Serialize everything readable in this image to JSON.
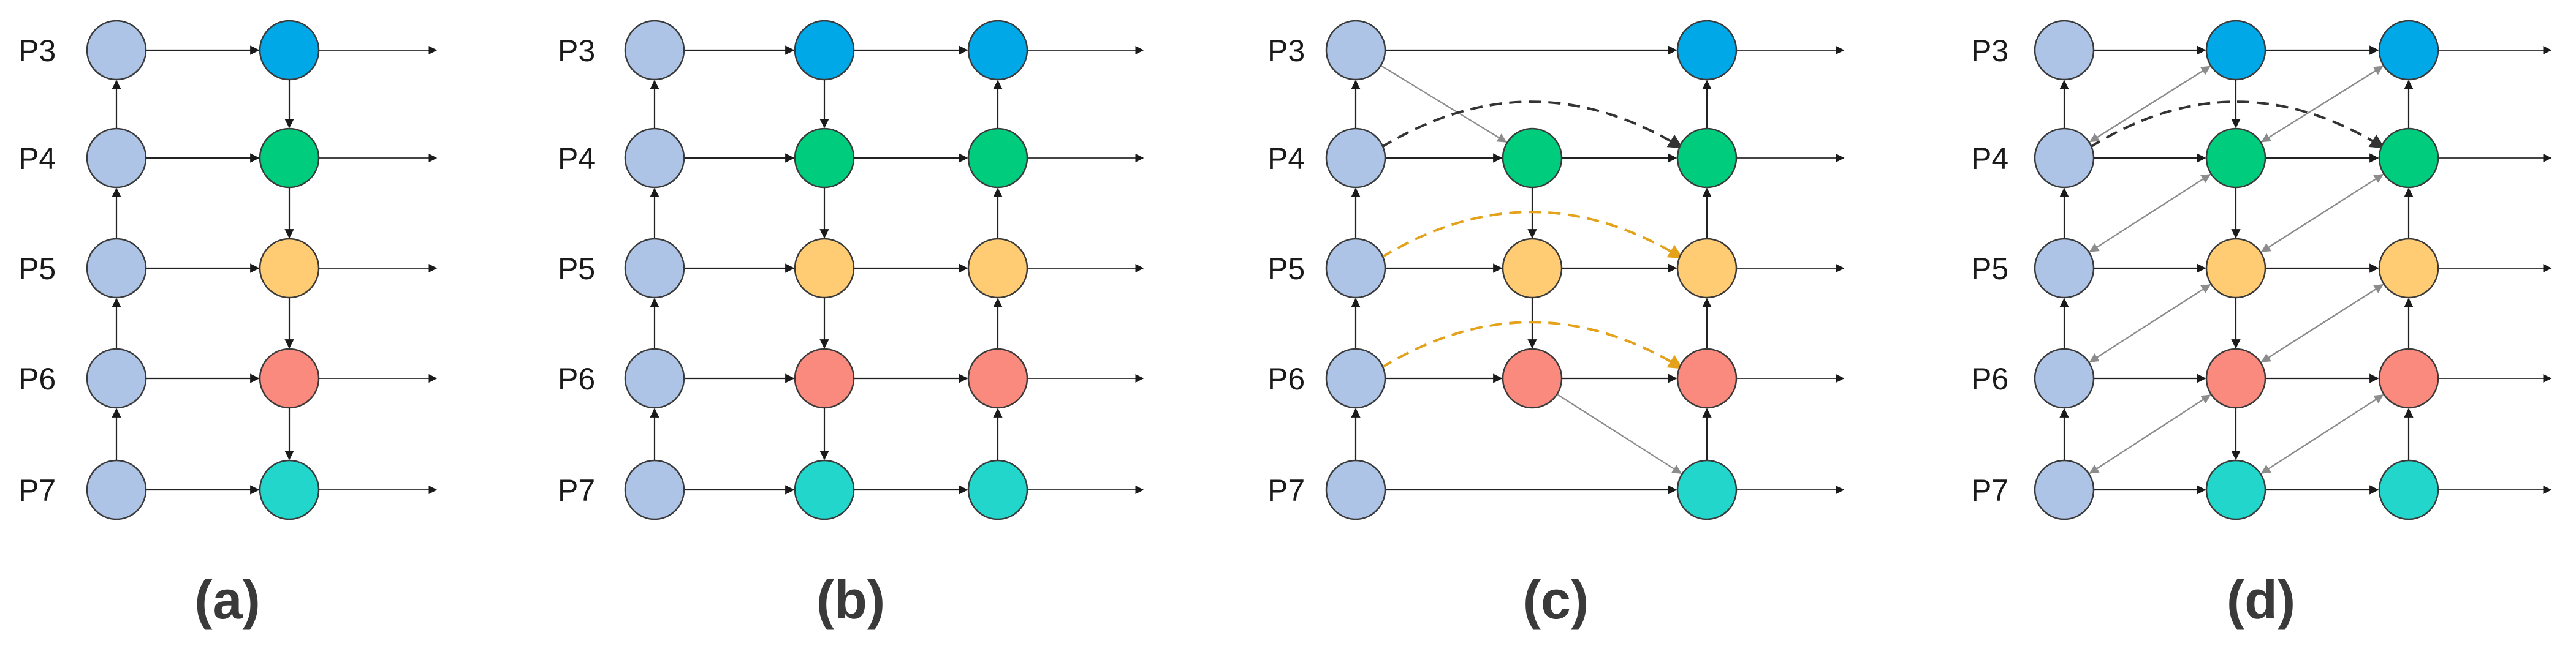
{
  "levels": [
    "P3",
    "P4",
    "P5",
    "P6",
    "P7"
  ],
  "panels": [
    {
      "caption": "(a)",
      "columns": [
        {
          "role": "backbone"
        },
        {
          "role": "fused"
        }
      ],
      "edges": [
        {
          "from": [
            0,
            4
          ],
          "to": [
            0,
            3
          ]
        },
        {
          "from": [
            0,
            3
          ],
          "to": [
            0,
            2
          ]
        },
        {
          "from": [
            0,
            2
          ],
          "to": [
            0,
            1
          ]
        },
        {
          "from": [
            0,
            1
          ],
          "to": [
            0,
            0
          ]
        },
        {
          "from": [
            0,
            0
          ],
          "to": [
            1,
            0
          ]
        },
        {
          "from": [
            0,
            1
          ],
          "to": [
            1,
            1
          ]
        },
        {
          "from": [
            0,
            2
          ],
          "to": [
            1,
            2
          ]
        },
        {
          "from": [
            0,
            3
          ],
          "to": [
            1,
            3
          ]
        },
        {
          "from": [
            0,
            4
          ],
          "to": [
            1,
            4
          ]
        },
        {
          "from": [
            1,
            0
          ],
          "to": [
            1,
            1
          ]
        },
        {
          "from": [
            1,
            1
          ],
          "to": [
            1,
            2
          ]
        },
        {
          "from": [
            1,
            2
          ],
          "to": [
            1,
            3
          ]
        },
        {
          "from": [
            1,
            3
          ],
          "to": [
            1,
            4
          ]
        }
      ]
    },
    {
      "caption": "(b)",
      "columns": [
        {
          "role": "backbone"
        },
        {
          "role": "fused"
        },
        {
          "role": "fused"
        }
      ],
      "edges": [
        {
          "from": [
            0,
            4
          ],
          "to": [
            0,
            3
          ]
        },
        {
          "from": [
            0,
            3
          ],
          "to": [
            0,
            2
          ]
        },
        {
          "from": [
            0,
            2
          ],
          "to": [
            0,
            1
          ]
        },
        {
          "from": [
            0,
            1
          ],
          "to": [
            0,
            0
          ]
        },
        {
          "from": [
            0,
            0
          ],
          "to": [
            1,
            0
          ]
        },
        {
          "from": [
            0,
            1
          ],
          "to": [
            1,
            1
          ]
        },
        {
          "from": [
            0,
            2
          ],
          "to": [
            1,
            2
          ]
        },
        {
          "from": [
            0,
            3
          ],
          "to": [
            1,
            3
          ]
        },
        {
          "from": [
            0,
            4
          ],
          "to": [
            1,
            4
          ]
        },
        {
          "from": [
            1,
            0
          ],
          "to": [
            1,
            1
          ]
        },
        {
          "from": [
            1,
            1
          ],
          "to": [
            1,
            2
          ]
        },
        {
          "from": [
            1,
            2
          ],
          "to": [
            1,
            3
          ]
        },
        {
          "from": [
            1,
            3
          ],
          "to": [
            1,
            4
          ]
        },
        {
          "from": [
            1,
            0
          ],
          "to": [
            2,
            0
          ]
        },
        {
          "from": [
            1,
            1
          ],
          "to": [
            2,
            1
          ]
        },
        {
          "from": [
            1,
            2
          ],
          "to": [
            2,
            2
          ]
        },
        {
          "from": [
            1,
            3
          ],
          "to": [
            2,
            3
          ]
        },
        {
          "from": [
            1,
            4
          ],
          "to": [
            2,
            4
          ]
        },
        {
          "from": [
            2,
            4
          ],
          "to": [
            2,
            3
          ]
        },
        {
          "from": [
            2,
            3
          ],
          "to": [
            2,
            2
          ]
        },
        {
          "from": [
            2,
            2
          ],
          "to": [
            2,
            1
          ]
        },
        {
          "from": [
            2,
            1
          ],
          "to": [
            2,
            0
          ]
        }
      ]
    },
    {
      "caption": "(c)",
      "columns": [
        {
          "role": "backbone"
        },
        {
          "role": "fused",
          "rows": [
            1,
            2,
            3
          ]
        },
        {
          "role": "fused"
        }
      ],
      "edges": [
        {
          "from": [
            0,
            4
          ],
          "to": [
            0,
            3
          ]
        },
        {
          "from": [
            0,
            3
          ],
          "to": [
            0,
            2
          ]
        },
        {
          "from": [
            0,
            2
          ],
          "to": [
            0,
            1
          ]
        },
        {
          "from": [
            0,
            1
          ],
          "to": [
            0,
            0
          ]
        },
        {
          "from": [
            0,
            0
          ],
          "to": [
            2,
            0
          ]
        },
        {
          "from": [
            0,
            0
          ],
          "to": [
            1,
            1
          ],
          "style": "light"
        },
        {
          "from": [
            0,
            1
          ],
          "to": [
            1,
            1
          ]
        },
        {
          "from": [
            0,
            2
          ],
          "to": [
            1,
            2
          ]
        },
        {
          "from": [
            0,
            3
          ],
          "to": [
            1,
            3
          ]
        },
        {
          "from": [
            0,
            4
          ],
          "to": [
            2,
            4
          ]
        },
        {
          "from": [
            1,
            1
          ],
          "to": [
            1,
            2
          ]
        },
        {
          "from": [
            1,
            2
          ],
          "to": [
            1,
            3
          ]
        },
        {
          "from": [
            1,
            1
          ],
          "to": [
            2,
            1
          ]
        },
        {
          "from": [
            1,
            2
          ],
          "to": [
            2,
            2
          ]
        },
        {
          "from": [
            1,
            3
          ],
          "to": [
            2,
            3
          ]
        },
        {
          "from": [
            1,
            3
          ],
          "to": [
            2,
            4
          ],
          "style": "light"
        },
        {
          "from": [
            2,
            4
          ],
          "to": [
            2,
            3
          ]
        },
        {
          "from": [
            2,
            3
          ],
          "to": [
            2,
            2
          ]
        },
        {
          "from": [
            2,
            2
          ],
          "to": [
            2,
            1
          ]
        },
        {
          "from": [
            2,
            1
          ],
          "to": [
            2,
            0
          ]
        },
        {
          "from": [
            0,
            1
          ],
          "to": [
            2,
            1
          ],
          "style": "dashed",
          "color": "#333333"
        },
        {
          "from": [
            0,
            2
          ],
          "to": [
            2,
            2
          ],
          "style": "dashed",
          "color": "#e3a21a"
        },
        {
          "from": [
            0,
            3
          ],
          "to": [
            2,
            3
          ],
          "style": "dashed",
          "color": "#e3a21a"
        }
      ]
    },
    {
      "caption": "(d)",
      "columns": [
        {
          "role": "backbone"
        },
        {
          "role": "fused"
        },
        {
          "role": "fused"
        }
      ],
      "edges": [
        {
          "from": [
            0,
            4
          ],
          "to": [
            0,
            3
          ]
        },
        {
          "from": [
            0,
            3
          ],
          "to": [
            0,
            2
          ]
        },
        {
          "from": [
            0,
            2
          ],
          "to": [
            0,
            1
          ]
        },
        {
          "from": [
            0,
            1
          ],
          "to": [
            0,
            0
          ]
        },
        {
          "from": [
            0,
            0
          ],
          "to": [
            1,
            0
          ]
        },
        {
          "from": [
            0,
            1
          ],
          "to": [
            1,
            1
          ]
        },
        {
          "from": [
            0,
            2
          ],
          "to": [
            1,
            2
          ]
        },
        {
          "from": [
            0,
            3
          ],
          "to": [
            1,
            3
          ]
        },
        {
          "from": [
            0,
            4
          ],
          "to": [
            1,
            4
          ]
        },
        {
          "from": [
            1,
            0
          ],
          "to": [
            1,
            1
          ]
        },
        {
          "from": [
            1,
            1
          ],
          "to": [
            1,
            2
          ]
        },
        {
          "from": [
            1,
            2
          ],
          "to": [
            1,
            3
          ]
        },
        {
          "from": [
            1,
            3
          ],
          "to": [
            1,
            4
          ]
        },
        {
          "from": [
            1,
            0
          ],
          "to": [
            2,
            0
          ]
        },
        {
          "from": [
            1,
            1
          ],
          "to": [
            2,
            1
          ]
        },
        {
          "from": [
            1,
            2
          ],
          "to": [
            2,
            2
          ]
        },
        {
          "from": [
            1,
            3
          ],
          "to": [
            2,
            3
          ]
        },
        {
          "from": [
            1,
            4
          ],
          "to": [
            2,
            4
          ]
        },
        {
          "from": [
            2,
            4
          ],
          "to": [
            2,
            3
          ]
        },
        {
          "from": [
            2,
            3
          ],
          "to": [
            2,
            2
          ]
        },
        {
          "from": [
            2,
            2
          ],
          "to": [
            2,
            1
          ]
        },
        {
          "from": [
            2,
            1
          ],
          "to": [
            2,
            0
          ]
        },
        {
          "from": [
            0,
            1
          ],
          "to": [
            1,
            0
          ],
          "style": "light"
        },
        {
          "from": [
            0,
            2
          ],
          "to": [
            1,
            1
          ],
          "style": "light"
        },
        {
          "from": [
            0,
            3
          ],
          "to": [
            1,
            2
          ],
          "style": "light"
        },
        {
          "from": [
            0,
            4
          ],
          "to": [
            1,
            3
          ],
          "style": "light"
        },
        {
          "from": [
            1,
            0
          ],
          "to": [
            0,
            1
          ],
          "style": "light"
        },
        {
          "from": [
            1,
            1
          ],
          "to": [
            0,
            2
          ],
          "style": "light"
        },
        {
          "from": [
            1,
            2
          ],
          "to": [
            0,
            3
          ],
          "style": "light"
        },
        {
          "from": [
            1,
            3
          ],
          "to": [
            0,
            4
          ],
          "style": "light"
        },
        {
          "from": [
            1,
            1
          ],
          "to": [
            2,
            0
          ],
          "style": "light"
        },
        {
          "from": [
            1,
            2
          ],
          "to": [
            2,
            1
          ],
          "style": "light"
        },
        {
          "from": [
            1,
            3
          ],
          "to": [
            2,
            2
          ],
          "style": "light"
        },
        {
          "from": [
            1,
            4
          ],
          "to": [
            2,
            3
          ],
          "style": "light"
        },
        {
          "from": [
            2,
            0
          ],
          "to": [
            1,
            1
          ],
          "style": "light"
        },
        {
          "from": [
            2,
            1
          ],
          "to": [
            1,
            2
          ],
          "style": "light"
        },
        {
          "from": [
            2,
            2
          ],
          "to": [
            1,
            3
          ],
          "style": "light"
        },
        {
          "from": [
            2,
            3
          ],
          "to": [
            1,
            4
          ],
          "style": "light"
        },
        {
          "from": [
            0,
            1
          ],
          "to": [
            2,
            1
          ],
          "style": "dashed",
          "color": "#333333"
        }
      ]
    }
  ],
  "colors": {
    "backbone": "#adc4e6",
    "levels": [
      "#00a8e8",
      "#00cc7e",
      "#ffcc73",
      "#fa8a7e",
      "#22d6cc"
    ],
    "stroke": "#3a3a3a"
  }
}
